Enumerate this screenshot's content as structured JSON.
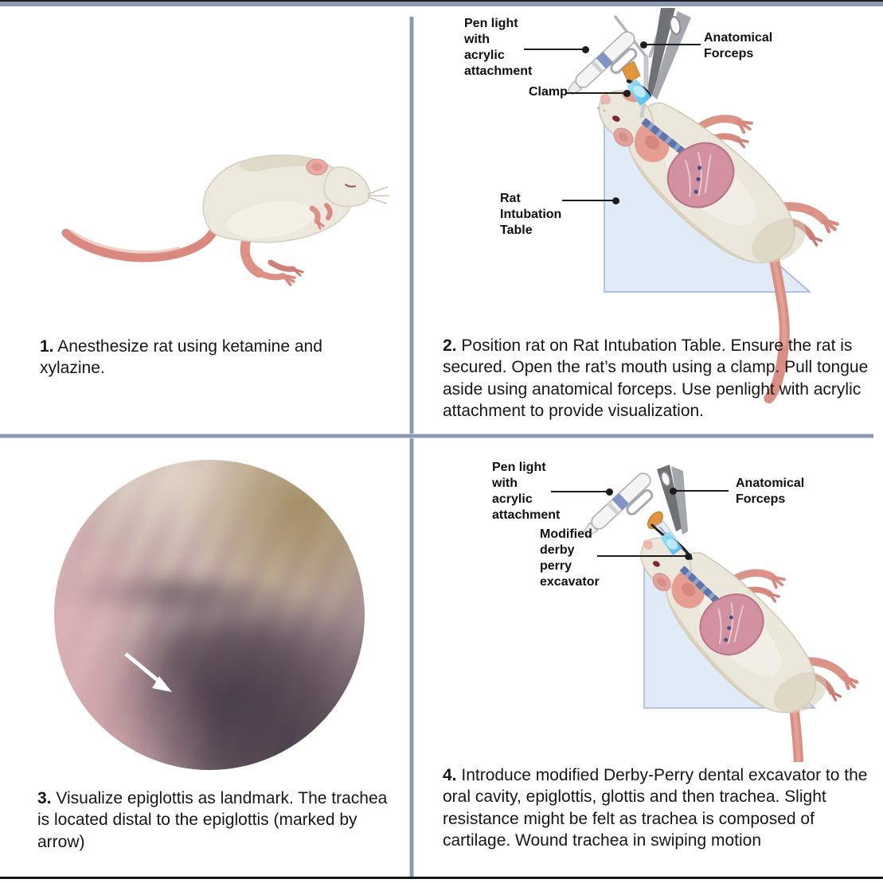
{
  "figure": {
    "colors": {
      "divider": "#8b99b3",
      "table_fill": "#e1eaf7",
      "table_stroke": "#9db4d8",
      "light_beam": "#5fc8f1",
      "tool_orange": "#e2953e",
      "rat_body": "#ece7db",
      "lung_pink": "#d191a0",
      "tail_salmon": "#d98f84"
    },
    "panel1": {
      "caption_num": "1.",
      "caption": "Anesthesize rat using ketamine and xylazine."
    },
    "panel2": {
      "caption_num": "2.",
      "caption": "Position rat on Rat Intubation Table. Ensure the rat is secured. Open the rat’s mouth using a clamp. Pull tongue aside using anatomical forceps. Use penlight with acrylic attachment to provide visualization.",
      "labels": {
        "penlight": "Pen light\nwith\nacrylic\nattachment",
        "clamp": "Clamp",
        "forceps": "Anatomical\nForceps",
        "table": "Rat\nIntubation\nTable"
      }
    },
    "panel3": {
      "caption_num": "3.",
      "caption": "Visualize epiglottis as landmark. The trachea is located distal to the epiglottis (marked by arrow)"
    },
    "panel4": {
      "caption_num": "4.",
      "caption": "Introduce modified Derby-Perry dental excavator to the oral cavity, epiglottis, glottis and then trachea. Slight resistance might be felt as trachea is composed of cartilage. Wound trachea in swiping motion",
      "labels": {
        "penlight": "Pen light\nwith\nacrylic\nattachment",
        "excavator": "Modified\nderby\nperry\nexcavator",
        "forceps": "Anatomical\nForceps"
      }
    }
  }
}
